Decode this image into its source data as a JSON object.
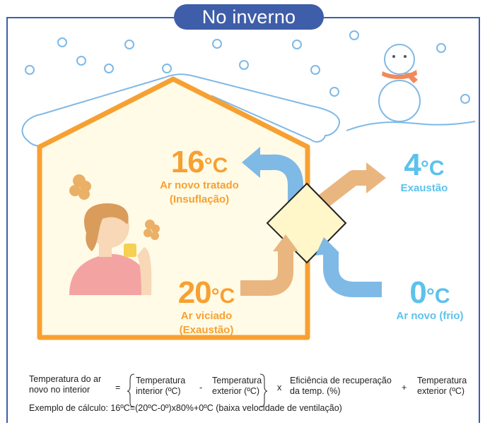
{
  "title": "No inverno",
  "indoor_supply": {
    "value": "16",
    "unit": "°C",
    "label_1": "Ar novo tratado",
    "label_2": "(Insuflação)"
  },
  "outdoor_exhaust": {
    "value": "4",
    "unit": "°C",
    "label_1": "Exaustão"
  },
  "indoor_exhaust": {
    "value": "20",
    "unit": "°C",
    "label_1": "Ar viciado",
    "label_2": "(Exaustão)"
  },
  "outdoor_fresh": {
    "value": "0",
    "unit": "°C",
    "label_1": "Ar novo (frio)"
  },
  "formula": {
    "lhs_1": "Temperatura do ar",
    "lhs_2": "novo no interior",
    "equals": "=",
    "t_interior_1": "Temperatura",
    "t_interior_2": "interior (ºC)",
    "minus": "-",
    "t_exterior_1": "Temperatura",
    "t_exterior_2": "exterior (ºC)",
    "times": "x",
    "eff_1": "Eficiência de recuperação",
    "eff_2": "da temp. (%)",
    "plus": "+",
    "t_ext2_1": "Temperatura",
    "t_ext2_2": "exterior (ºC)"
  },
  "example": "Exemplo de cálculo: 16ºC=(20ºC-0º)x80%+0ºC (baixa velocidade de ventilação)",
  "colors": {
    "frame": "#3f5ea9",
    "orange": "#f7a032",
    "cyan": "#5cc2ec",
    "tan": "#e9b680",
    "blue_arrow": "#7fb9e6",
    "house_fill": "#fffbe6"
  }
}
